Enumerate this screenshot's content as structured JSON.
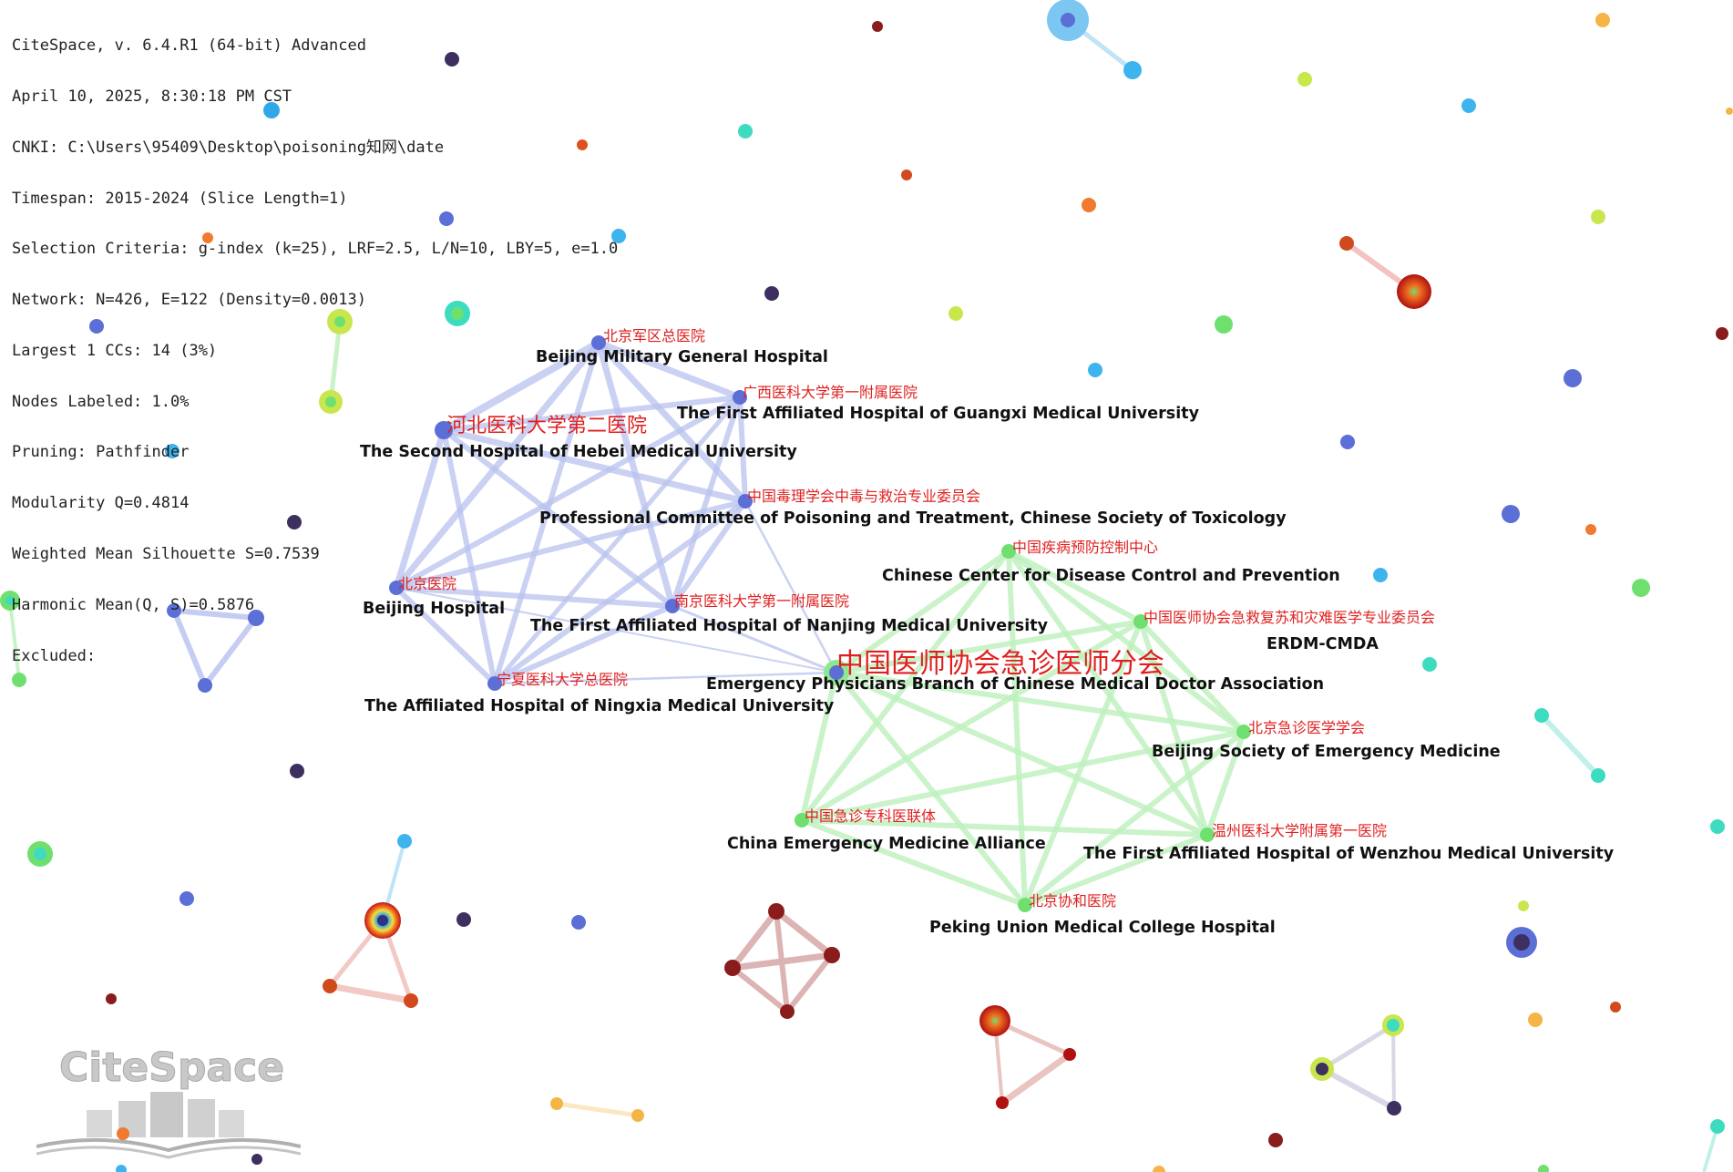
{
  "header_info": {
    "lines": [
      "CiteSpace, v. 6.4.R1 (64-bit) Advanced",
      "April 10, 2025, 8:30:18 PM CST",
      "CNKI: C:\\Users\\95409\\Desktop\\poisoning知网\\date",
      "Timespan: 2015-2024 (Slice Length=1)",
      "Selection Criteria: g-index (k=25), LRF=2.5, L/N=10, LBY=5, e=1.0",
      "Network: N=426, E=122 (Density=0.0013)",
      "Largest 1 CCs: 14 (3%)",
      "Nodes Labeled: 1.0%",
      "Pruning: Pathfinder",
      "Modularity Q=0.4814",
      "Weighted Mean Silhouette S=0.7539",
      "Harmonic Mean(Q, S)=0.5876",
      "Excluded:"
    ]
  },
  "colors": {
    "blue_cluster": "#5b6fd6",
    "green_cluster": "#6fe06f",
    "label_red": "#e02020",
    "label_black": "#111111"
  },
  "nodes": [
    {
      "id": "bmgh",
      "cn": "北京军区总医院",
      "en": "Beijing Military General Hospital",
      "cluster": "blue"
    },
    {
      "id": "gxmu",
      "cn": "广西医科大学第一附属医院",
      "en": "The First Affiliated Hospital of Guangxi Medical University",
      "cluster": "blue"
    },
    {
      "id": "hbmu",
      "cn": "河北医科大学第二医院",
      "en": "The Second Hospital of Hebei Medical University",
      "cluster": "blue"
    },
    {
      "id": "tox",
      "cn": "中国毒理学会中毒与救治专业委员会",
      "en": "Professional Committee of Poisoning and Treatment, Chinese Society of Toxicology",
      "cluster": "blue"
    },
    {
      "id": "bjh",
      "cn": "北京医院",
      "en": "Beijing Hospital",
      "cluster": "blue"
    },
    {
      "id": "njmu",
      "cn": "南京医科大学第一附属医院",
      "en": "The First Affiliated Hospital of Nanjing Medical University",
      "cluster": "blue"
    },
    {
      "id": "nxmu",
      "cn": "宁夏医科大学总医院",
      "en": "The Affiliated Hospital of Ningxia Medical University",
      "cluster": "blue"
    },
    {
      "id": "cmda",
      "cn": "中国医师协会急诊医师分会",
      "en": "Emergency Physicians Branch of Chinese Medical Doctor Association",
      "cluster": "green"
    },
    {
      "id": "ccdc",
      "cn": "中国疾病预防控制中心",
      "en": "Chinese Center for Disease Control and Prevention",
      "cluster": "green"
    },
    {
      "id": "erdm",
      "cn": "中国医师协会急救复苏和灾难医学专业委员会",
      "en": "ERDM-CMDA",
      "cluster": "green"
    },
    {
      "id": "bsem",
      "cn": "北京急诊医学学会",
      "en": "Beijing Society of Emergency Medicine",
      "cluster": "green"
    },
    {
      "id": "cema",
      "cn": "中国急诊专科医联体",
      "en": "China Emergency Medicine Alliance",
      "cluster": "green"
    },
    {
      "id": "wzmu",
      "cn": "温州医科大学附属第一医院",
      "en": "The First Affiliated Hospital of Wenzhou Medical University",
      "cluster": "green"
    },
    {
      "id": "pumch",
      "cn": "北京协和医院",
      "en": "Peking Union Medical College Hospital",
      "cluster": "green"
    }
  ],
  "logo": {
    "text": "CiteSpace"
  }
}
